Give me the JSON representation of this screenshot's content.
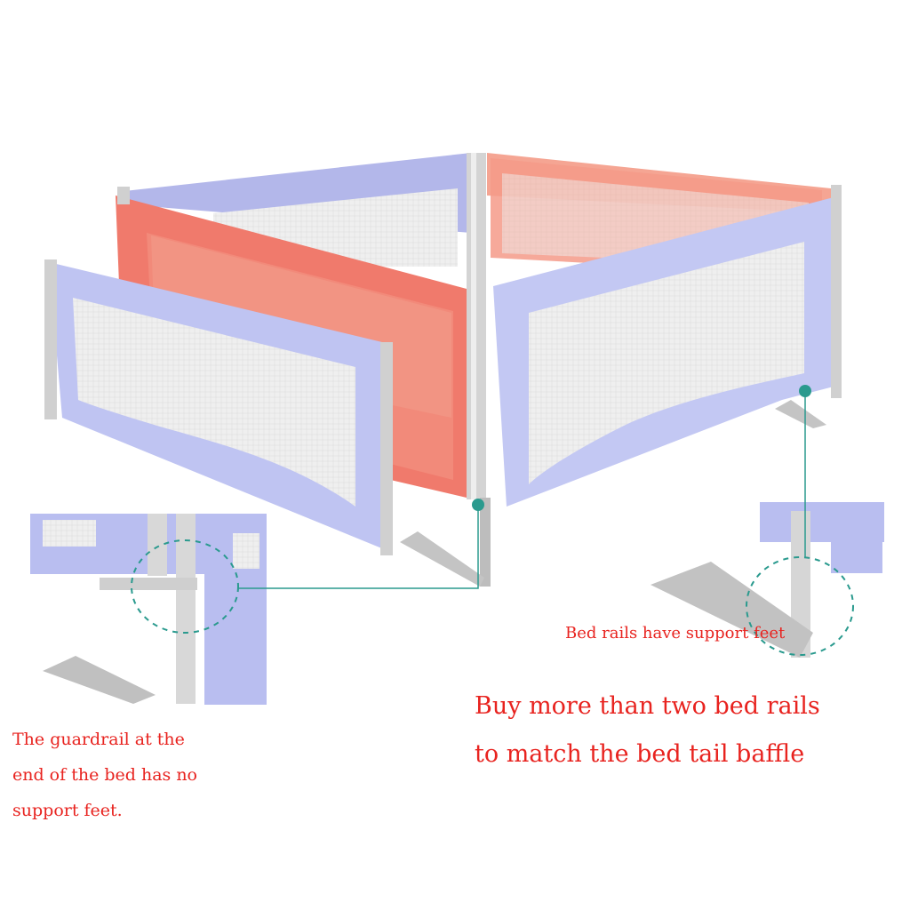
{
  "captions": {
    "end_guardrail": [
      "The guardrail at the",
      "end of the bed has no",
      "support feet."
    ],
    "support_feet": "Bed rails have support feet",
    "buy_more": [
      "Buy more than two bed rails",
      "to match the bed tail baffle"
    ]
  },
  "colors": {
    "caption_text": "#e8231f",
    "rail_lavender": "#b9bef0",
    "rail_coral": "#f07a6c",
    "mesh": "#eeeeee",
    "frame_steel": "#c9c9c9",
    "callout_teal": "#2a9a8e"
  }
}
